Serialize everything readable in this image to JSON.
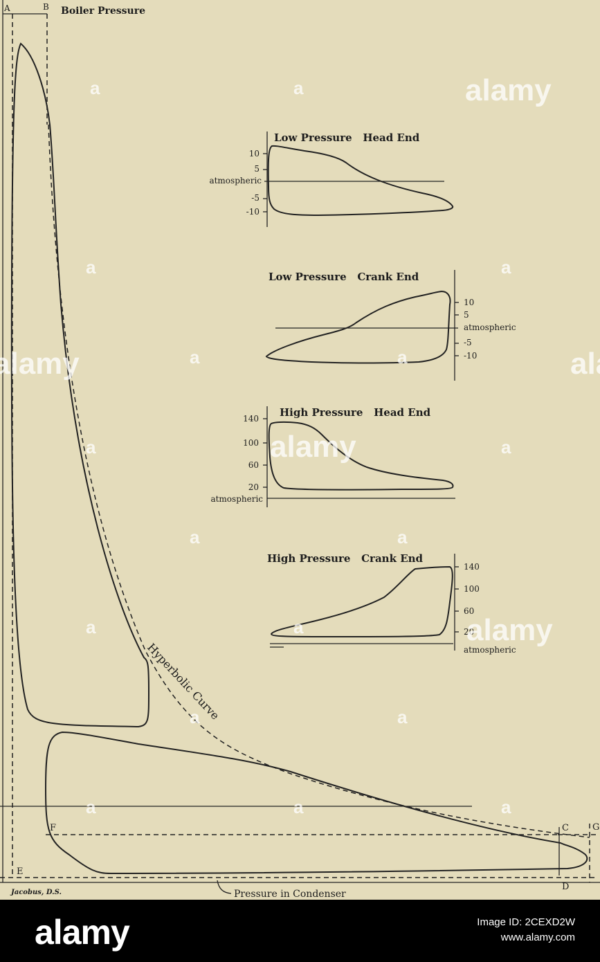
{
  "diagram": {
    "main_labels": {
      "a": "A",
      "b": "B",
      "boiler_pressure": "Boiler Pressure",
      "hyperbolic_curve": "Hyperbolic Curve",
      "c": "C",
      "d": "D",
      "e": "E",
      "f": "F",
      "g": "G",
      "condenser": "Pressure in Condenser",
      "signature": "Jacobus, D.S."
    },
    "lp_head": {
      "title": "Low Pressure   Head End",
      "ticks": [
        "10",
        "5",
        "atmospheric",
        "-5",
        "-10"
      ]
    },
    "lp_crank": {
      "title": "Low Pressure   Crank End",
      "ticks": [
        "10",
        "5",
        "atmospheric",
        "-5",
        "-10"
      ]
    },
    "hp_head": {
      "title": "High Pressure   Head End",
      "ticks": [
        "140",
        "100",
        "60",
        "20",
        "atmospheric"
      ]
    },
    "hp_crank": {
      "title": "High Pressure   Crank End",
      "ticks": [
        "140",
        "100",
        "60",
        "20",
        "atmospheric"
      ]
    }
  },
  "watermark": {
    "text": "alamy"
  },
  "footer": {
    "logo": "alamy",
    "image_id_line": "Image ID: 2CEXD2W",
    "url": "www.alamy.com"
  }
}
